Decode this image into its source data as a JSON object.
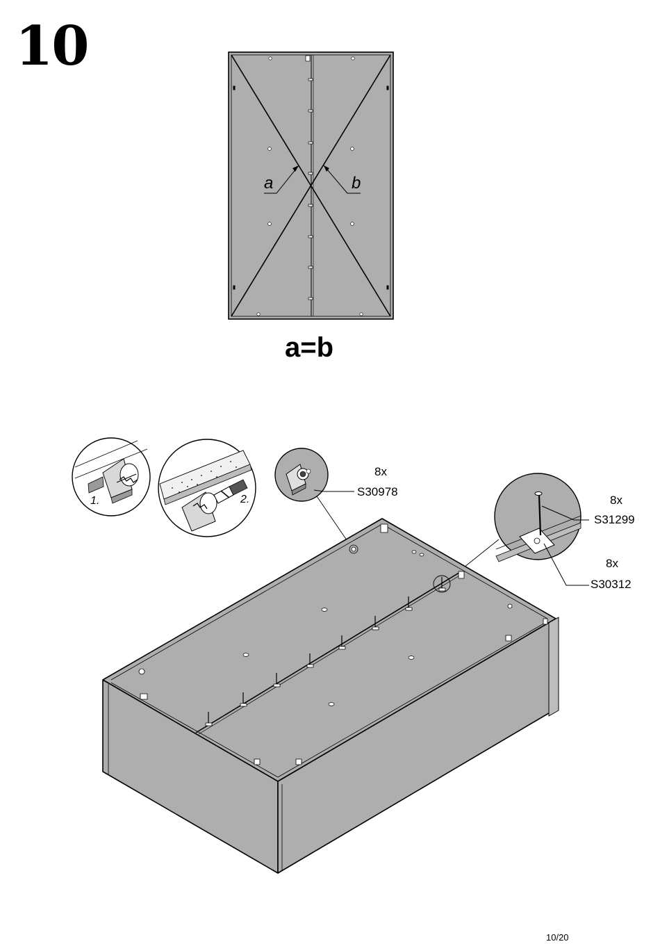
{
  "step": {
    "number": "10"
  },
  "top_panel": {
    "label_a": "a",
    "label_b": "b",
    "equation": "a=b"
  },
  "details": [
    {
      "index": "1."
    },
    {
      "index": "2."
    }
  ],
  "parts": [
    {
      "qty": "8x",
      "code": "S30978"
    },
    {
      "qty": "8x",
      "code": "S31299"
    },
    {
      "qty": "8x",
      "code": "S30312"
    }
  ],
  "footer": {
    "page": "10/20"
  },
  "colors": {
    "panel_fill": "#aeaeae",
    "line": "#000000",
    "background": "#ffffff"
  }
}
